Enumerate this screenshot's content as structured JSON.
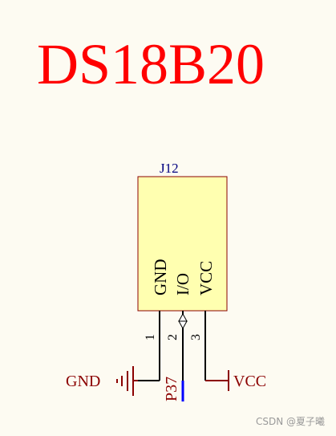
{
  "title": "DS18B20",
  "component": {
    "designator": "J12",
    "pins": [
      {
        "number": "1",
        "name": "GND"
      },
      {
        "number": "2",
        "name": "I/O"
      },
      {
        "number": "3",
        "name": "VCC"
      }
    ]
  },
  "nets": {
    "ground": "GND",
    "power": "VCC",
    "signal": "P37"
  },
  "watermark": "CSDN @夏子曦",
  "colors": {
    "title": "#ff0000",
    "designator": "#000080",
    "body_fill": "#ffffb0",
    "body_stroke": "#8b0000",
    "wire": "#000000",
    "net_power": "#8b0000",
    "net_signal": "#0000ff",
    "background": "#fdfbf2"
  }
}
